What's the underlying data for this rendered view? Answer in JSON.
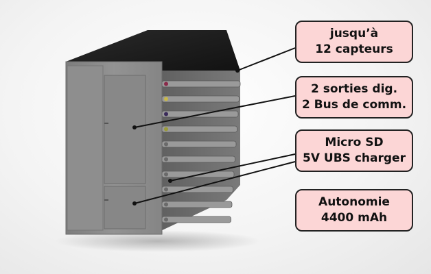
{
  "callouts": [
    {
      "line1": "jusqu’à",
      "line2": "12 capteurs"
    },
    {
      "line1": "2 sorties dig.",
      "line2": "2 Bus de comm."
    },
    {
      "line1": "Micro SD",
      "line2": "5V UBS charger"
    },
    {
      "line1": "Autonomie",
      "line2": "4400 mAh"
    }
  ],
  "colors": {
    "callout_fill": "#fcd6d6",
    "callout_border": "#222222",
    "device_front": "#8c8c8c",
    "device_top": "#1c1c1c",
    "device_side": "#6e6e6e"
  }
}
